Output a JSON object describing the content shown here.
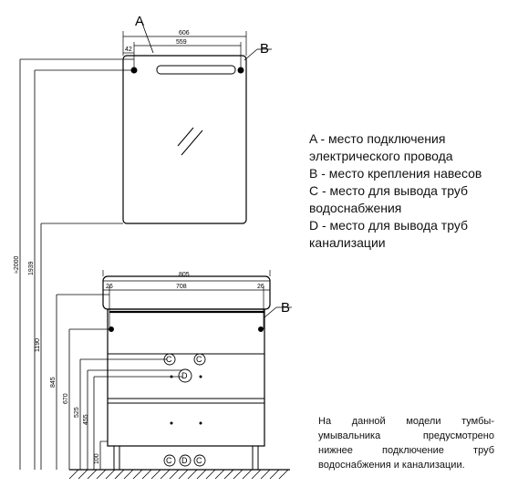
{
  "labels": {
    "a": "A",
    "b_top": "B",
    "b_cab": "B",
    "c1": "C",
    "c2": "C",
    "d1": "D",
    "c3": "C",
    "d2": "D",
    "c4": "C"
  },
  "dims": {
    "top_width": "606",
    "top_inner": "559",
    "top_offset": "42",
    "cab_width": "805",
    "cab_inner": "708",
    "cab_left": "26",
    "cab_right": "26",
    "h2000": "≈2000",
    "h1939": "1939",
    "h1190": "1190",
    "h845": "845",
    "h670": "670",
    "h525": "525",
    "h455": "455",
    "h100": "100"
  },
  "legend": [
    "A - место подключения",
    "электрического провода",
    "B - место крепления навесов",
    "C - место для вывода труб",
    "водоснабжения",
    "D - место для вывода труб",
    "канализации"
  ],
  "note": [
    "На  данной  модели  тумбы-",
    "умывальника    предусмотрено",
    "нижнее  подключение  труб",
    "водоснабжения и канализации."
  ]
}
